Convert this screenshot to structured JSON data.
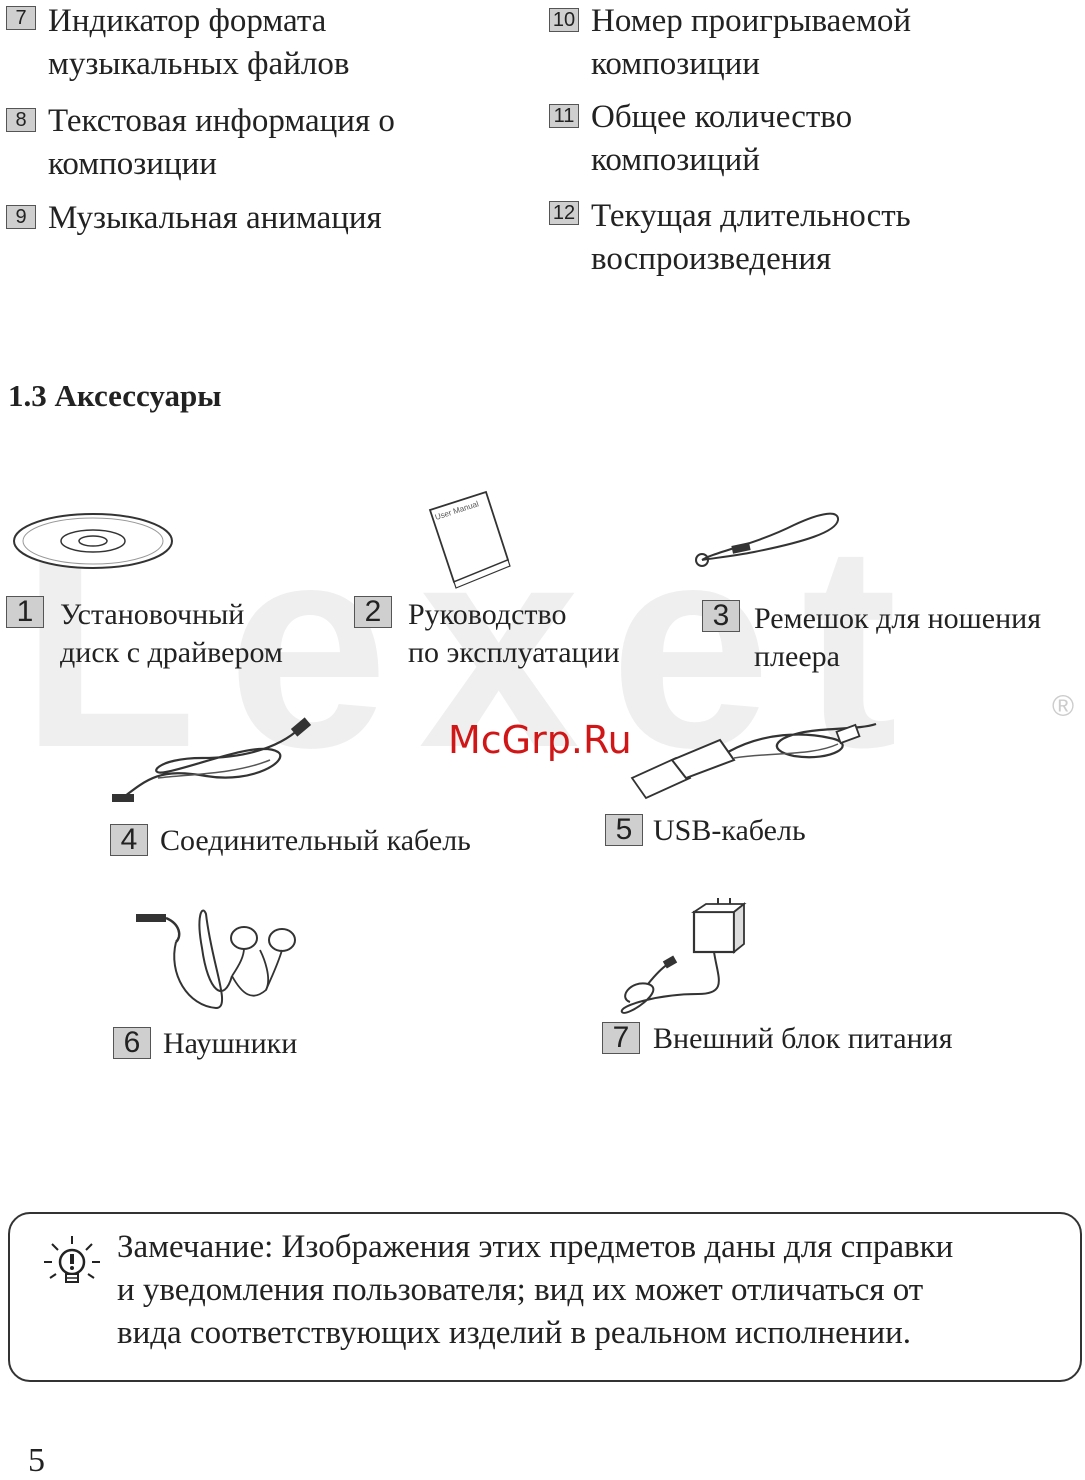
{
  "legend": {
    "left": [
      {
        "num": "7",
        "text_lines": [
          "Индикатор формата",
          "музыкальных файлов"
        ]
      },
      {
        "num": "8",
        "text_lines": [
          "Текстовая информация о",
          "композиции"
        ]
      },
      {
        "num": "9",
        "text_lines": [
          "Музыкальная анимация"
        ]
      }
    ],
    "right": [
      {
        "num": "10",
        "text_lines": [
          "Номер проигрываемой",
          "композиции"
        ]
      },
      {
        "num": "11",
        "text_lines": [
          "Общее количество",
          "композиций"
        ]
      },
      {
        "num": "12",
        "text_lines": [
          "Текущая длительность",
          "воспроизведения"
        ]
      }
    ]
  },
  "section": {
    "title": "1.3 Аксессуары"
  },
  "watermark": {
    "brand": "Lexet",
    "registered": "®",
    "site": "McGrp.Ru"
  },
  "accessories": [
    {
      "num": "1",
      "lines": [
        "Установочный",
        "диск с драйвером"
      ],
      "icon": "cd-disc-icon"
    },
    {
      "num": "2",
      "lines": [
        "Руководство",
        "по эксплуатации"
      ],
      "icon": "manual-booklet-icon",
      "booklet_text": "User Manual"
    },
    {
      "num": "3",
      "lines": [
        "Ремешок для ношения",
        "плеера"
      ],
      "icon": "lanyard-strap-icon"
    },
    {
      "num": "4",
      "lines": [
        "Соединительный кабель"
      ],
      "icon": "audio-cable-icon"
    },
    {
      "num": "5",
      "lines": [
        "USB-кабель"
      ],
      "icon": "usb-cable-icon"
    },
    {
      "num": "6",
      "lines": [
        "Наушники"
      ],
      "icon": "earphones-icon"
    },
    {
      "num": "7",
      "lines": [
        "Внешний блок питания"
      ],
      "icon": "power-adapter-icon"
    }
  ],
  "note": {
    "lines": [
      "Замечание: Изображения этих предметов даны для справки",
      "и уведомления пользователя; вид их может отличаться от",
      "вида соответствующих изделий в реальном исполнении."
    ],
    "icon": "lightbulb-tip-icon"
  },
  "page_number": "5"
}
